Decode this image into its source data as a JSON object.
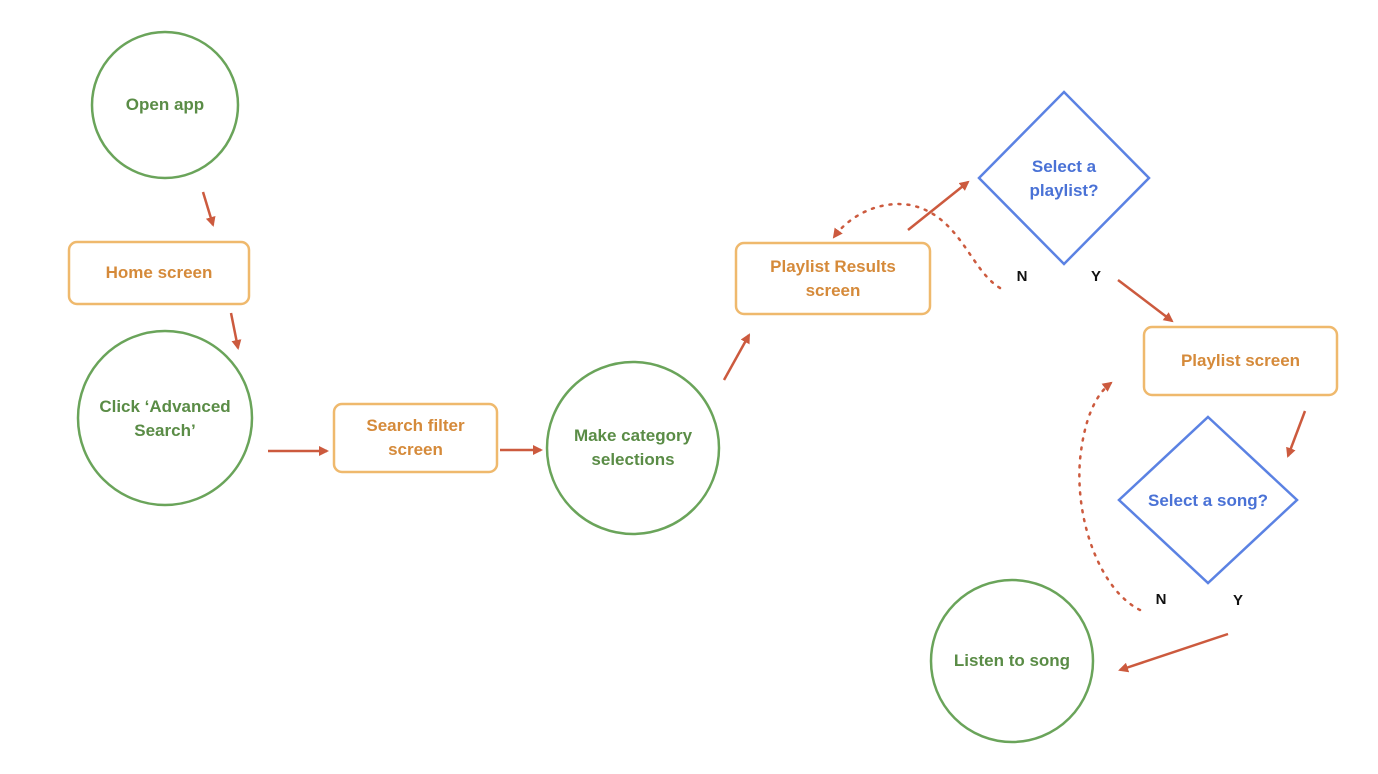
{
  "colors": {
    "terminal": "#6aa45a",
    "terminal_text": "#5a8c46",
    "screen": "#efb96d",
    "screen_text": "#d58a3a",
    "decision": "#5b82e3",
    "decision_text": "#4a72d6",
    "arrow": "#cc5a3e"
  },
  "nodes": {
    "open_app": "Open app",
    "home_screen": "Home screen",
    "click_advanced": "Click ‘Advanced\nSearch’",
    "search_filter": "Search filter\nscreen",
    "make_category": "Make category\nselections",
    "playlist_results": "Playlist Results\nscreen",
    "select_playlist": "Select a\nplaylist?",
    "playlist_screen": "Playlist screen",
    "select_song": "Select a song?",
    "listen_song": "Listen to song"
  },
  "branches": {
    "playlist_no": "N",
    "playlist_yes": "Y",
    "song_no": "N",
    "song_yes": "Y"
  }
}
